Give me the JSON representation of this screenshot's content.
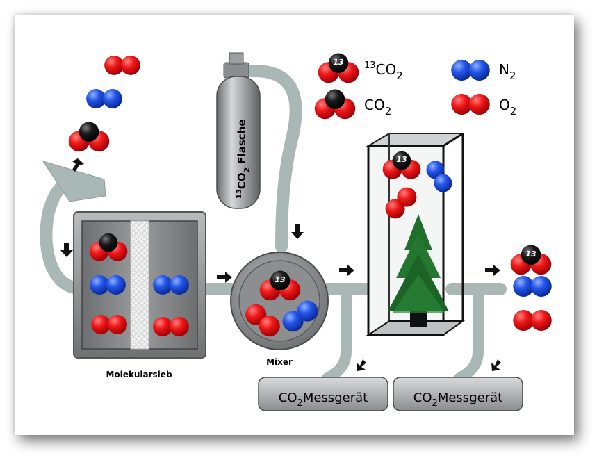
{
  "legend": {
    "c13co2": {
      "sup": "13",
      "base": "CO",
      "sub": "2"
    },
    "co2": {
      "base": "CO",
      "sub": "2"
    },
    "n2": {
      "base": "N",
      "sub": "2"
    },
    "o2": {
      "base": "O",
      "sub": "2"
    }
  },
  "cylinder": {
    "sup": "13",
    "base": "CO",
    "sub": "2",
    "word": "Flasche"
  },
  "labels": {
    "sieve": "Molekularsieb",
    "mixer": "Mixer"
  },
  "meters": [
    {
      "base": "CO",
      "sub": "2",
      "word": "Messgerät"
    },
    {
      "base": "CO",
      "sub": "2",
      "word": "Messgerät"
    }
  ],
  "isotope_mark": "13",
  "colors": {
    "oxygen": "#e8141c",
    "nitrogen": "#1f4fe0",
    "carbon": "#111111",
    "pipe": "#a9b8b4",
    "box": "#8a8c8f"
  }
}
